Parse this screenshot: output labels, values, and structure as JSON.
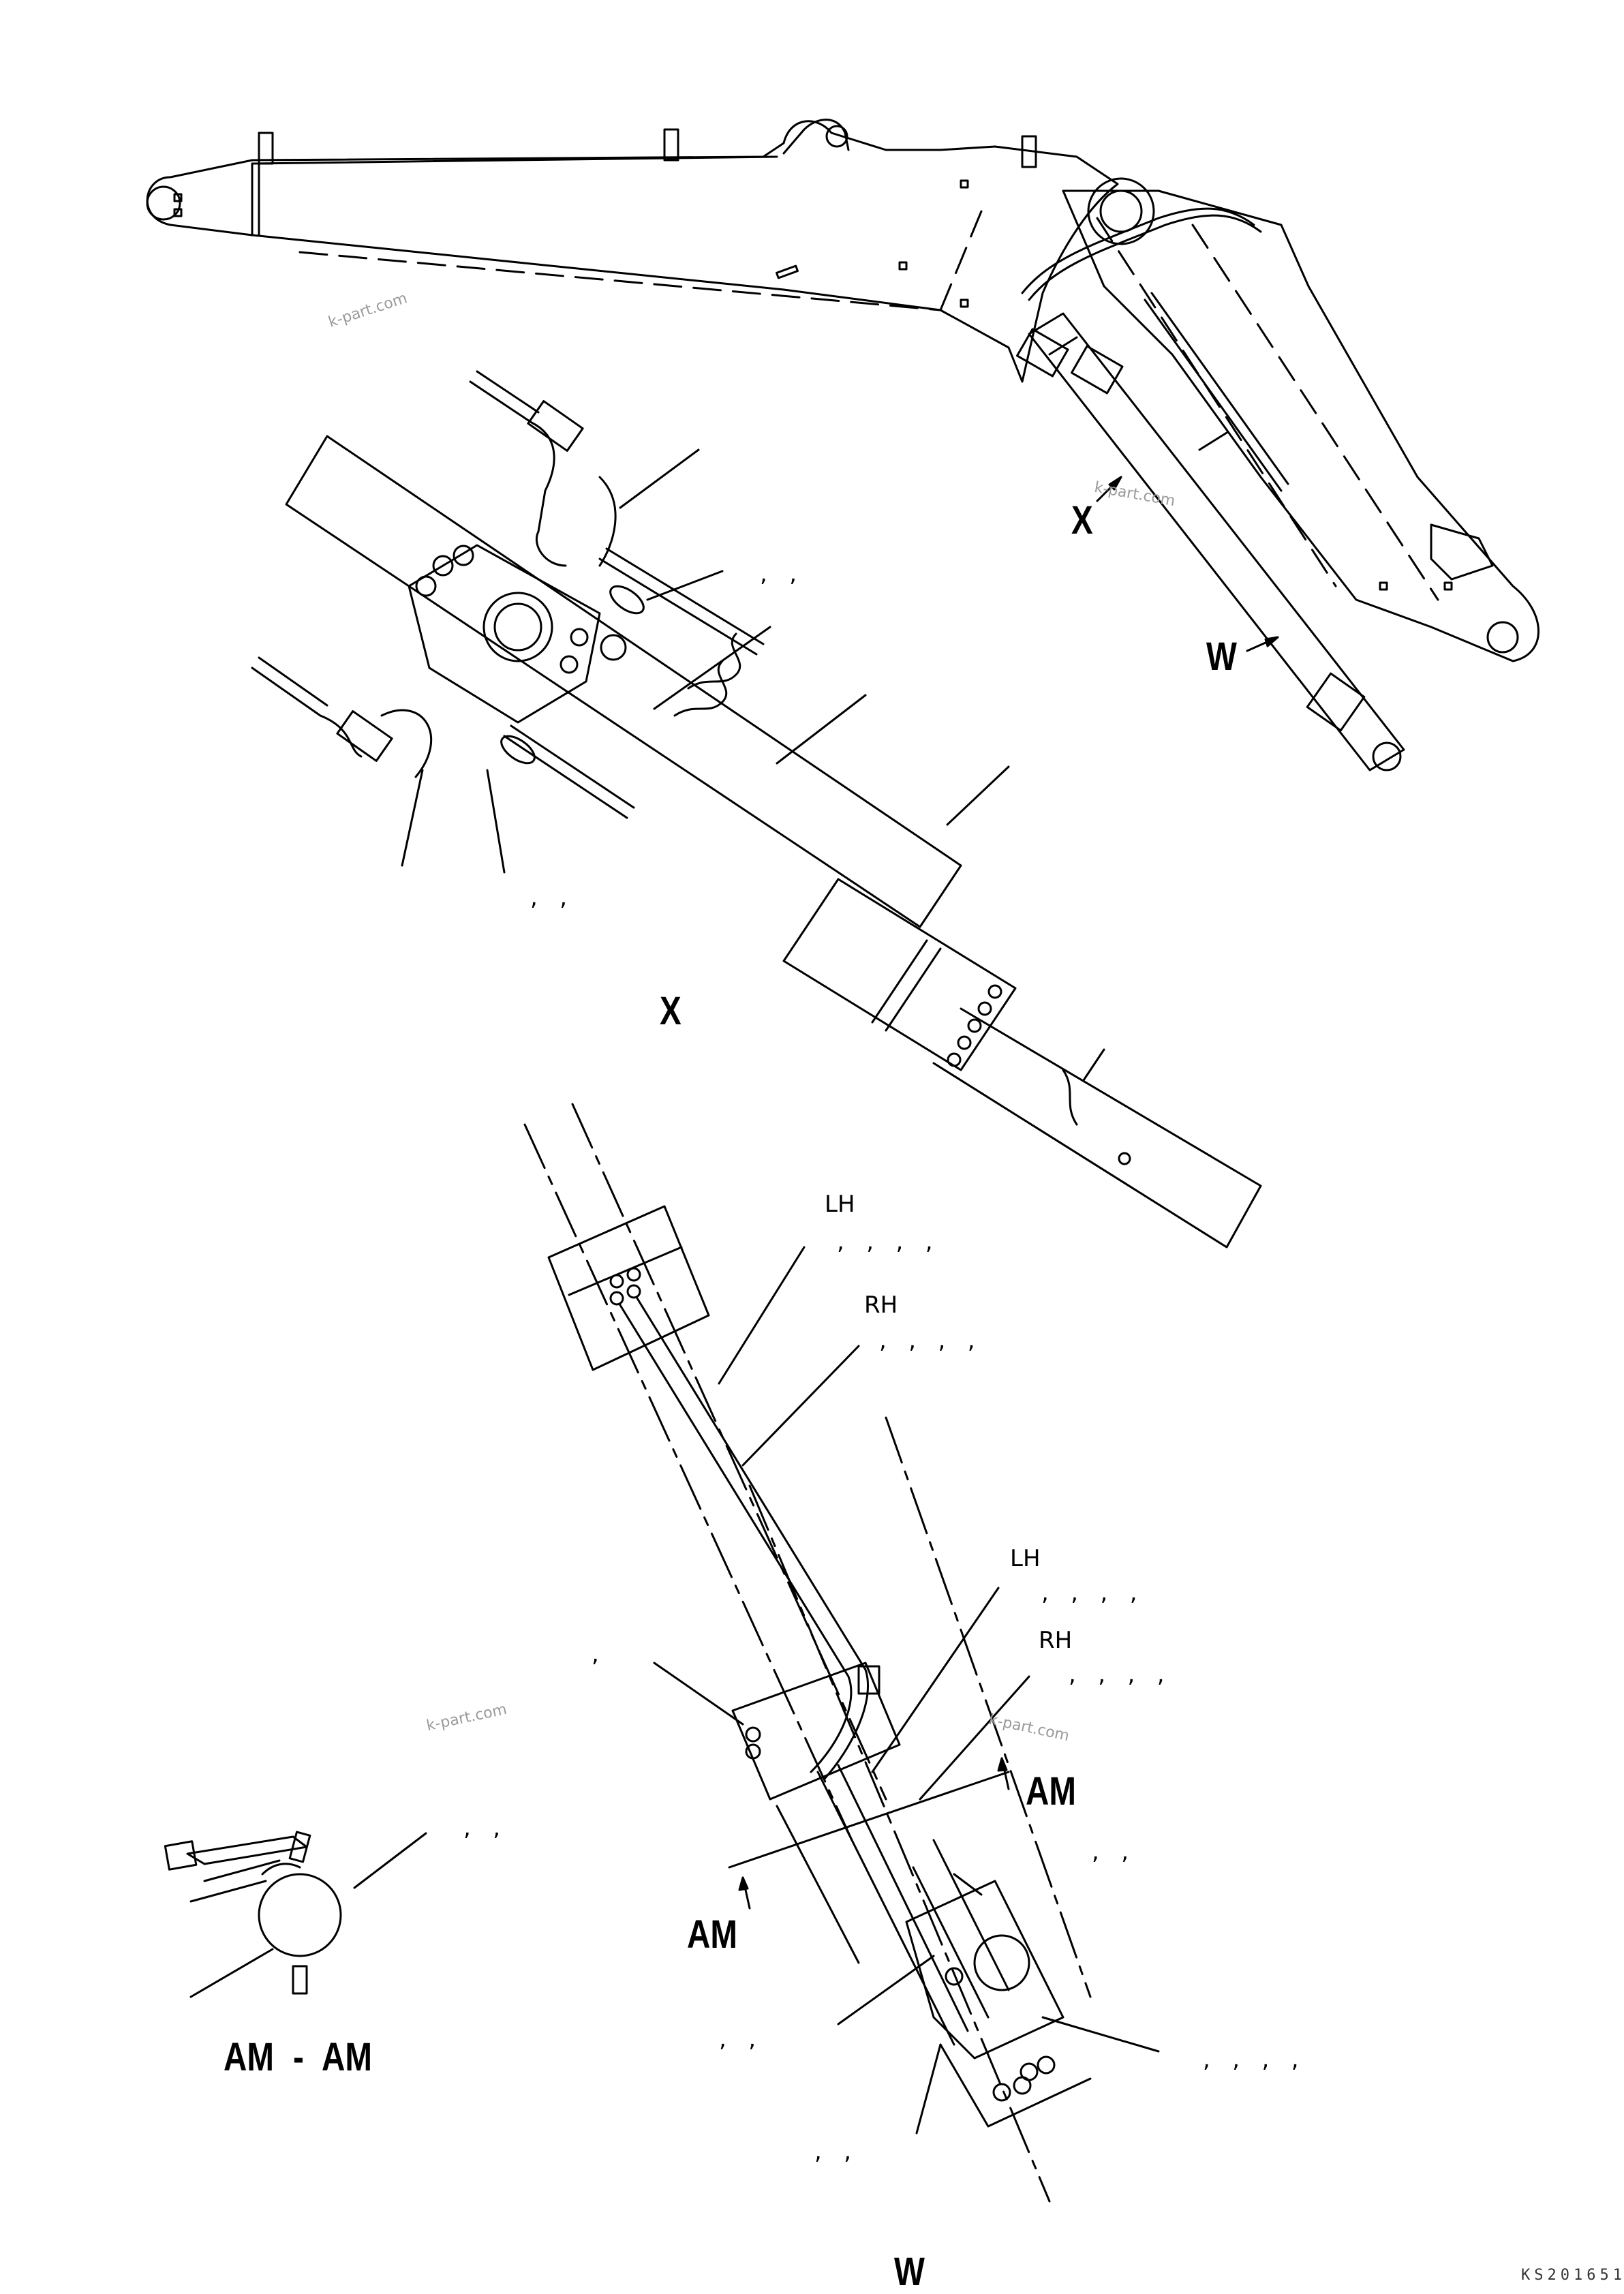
{
  "views": {
    "x_top": "X",
    "w_top": "W",
    "x_detail": "X",
    "w_detail": "W",
    "am_right": "AM",
    "am_left": "AM",
    "section_am": "AM - AM"
  },
  "sides": {
    "lh_upper": "LH",
    "rh_upper": "RH",
    "lh_lower": "LH",
    "rh_lower": "RH"
  },
  "callouts": {
    "c_x_1": ",   ,",
    "c_x_2": ",   ,",
    "c_lh_upper": ",   ,   ,   ,",
    "c_rh_upper": ",   ,   ,   ,",
    "c_lh_lower": ",   ,   ,   ,",
    "c_rh_lower": ",   ,   ,   ,",
    "c_single": ",",
    "c_am_sec": ",   ,",
    "c_w_1": ",   ,",
    "c_w_2": ",   ,",
    "c_w_3": ",   ,   ,   ,",
    "c_w_4": ",   ,"
  },
  "watermarks": {
    "wm1": "k-part.com",
    "wm2": "k-part.com",
    "wm3": "k-part.com",
    "wm4": "k-part.com"
  },
  "drawing_code": "KS201651"
}
